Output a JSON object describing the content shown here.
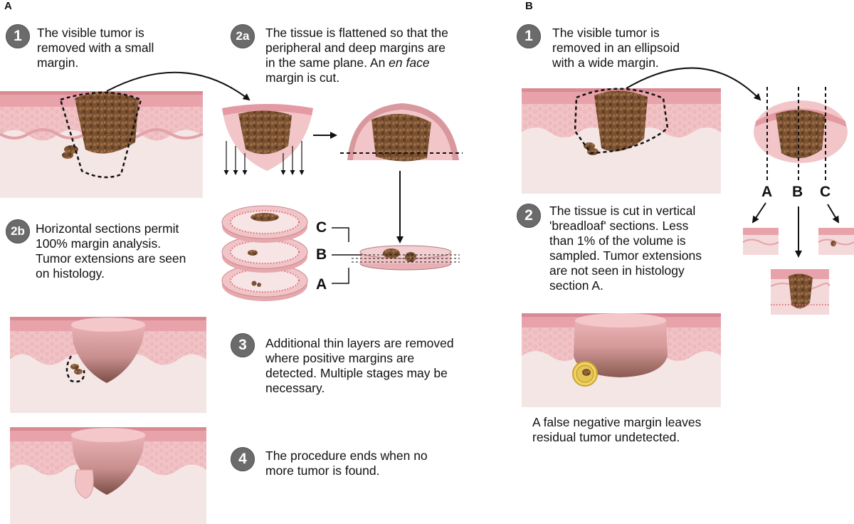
{
  "panels": {
    "a": "A",
    "b": "B"
  },
  "a": {
    "s1": {
      "badge": "1",
      "lines": [
        "The visible tumor is",
        "removed with a small",
        "margin."
      ]
    },
    "s2a": {
      "badge": "2a",
      "lines": [
        "The tissue is flattened so that the",
        "peripheral and deep margins are",
        "in the same plane. An "
      ],
      "italic": "en face",
      "last": "margin is cut."
    },
    "s2b": {
      "badge": "2b",
      "lines": [
        "Horizontal sections permit",
        "100% margin analysis.",
        "Tumor extensions are seen",
        "on histology."
      ]
    },
    "s3": {
      "badge": "3",
      "lines": [
        "Additional thin layers are removed",
        "where positive margins are",
        "detected. Multiple stages may be",
        "necessary."
      ]
    },
    "s4": {
      "badge": "4",
      "lines": [
        "The procedure ends when no",
        "more tumor is found."
      ]
    },
    "layers": [
      "C",
      "B",
      "A"
    ]
  },
  "b": {
    "s1": {
      "badge": "1",
      "lines": [
        "The visible tumor is",
        "removed in an ellipsoid",
        "with a wide margin."
      ]
    },
    "s2": {
      "badge": "2",
      "lines": [
        "The tissue is cut in vertical",
        "'breadloaf' sections. Less",
        "than 1% of the volume is",
        "sampled. Tumor extensions",
        "are not seen in histology",
        "section A."
      ]
    },
    "note": {
      "lines": [
        "A false negative margin leaves",
        "residual tumor undetected."
      ]
    },
    "cuts": [
      "A",
      "B",
      "C"
    ]
  },
  "colors": {
    "epidermis": "#e39aa3",
    "dermis": "#f3c9cc",
    "subcut": "#f5e3e4",
    "tumor": "#7a5232",
    "badge": "#6b6b6b"
  }
}
